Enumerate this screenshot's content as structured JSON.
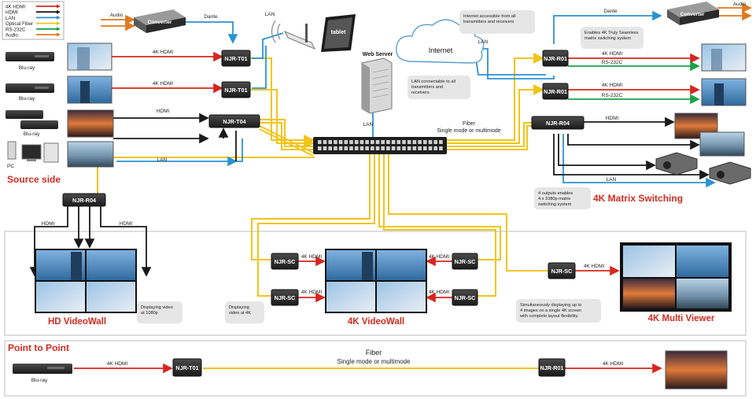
{
  "legend": [
    {
      "label": "4K HDMI",
      "color": "#d7261e"
    },
    {
      "label": "HDMI",
      "color": "#1a1a1a"
    },
    {
      "label": "LAN",
      "color": "#2b93d1"
    },
    {
      "label": "Optical Fiber",
      "color": "#f2c419"
    },
    {
      "label": "RS-232C",
      "color": "#1aa34a"
    },
    {
      "label": "Audio",
      "color": "#e07a1f"
    }
  ],
  "colors": {
    "hdmi4k": "#d7261e",
    "hdmi": "#1a1a1a",
    "lan": "#2b93d1",
    "fiber": "#f2c419",
    "rs232": "#1aa34a",
    "audio": "#e07a1f",
    "title_red": "#d22b20"
  },
  "devices": {
    "converter": "Converter",
    "tablet": "tablet",
    "web_server": "Web Server",
    "internet": "Internet",
    "njr_t01": "NJR-T01",
    "njr_t04": "NJR-T04",
    "njr_r01": "NJR-R01",
    "njr_r04": "NJR-R04",
    "njr_sc": "NJR-SC"
  },
  "sources": {
    "bluray": "Blu-ray",
    "pc": "PC"
  },
  "links": {
    "audio": "Audio",
    "dante": "Dante",
    "lan": "LAN",
    "hdmi4k": "4K HDMI",
    "hdmi": "HDMI",
    "rs232": "RS-232C",
    "fiber": "Fiber",
    "fiber_mode": "Single mode or multimode"
  },
  "notes": {
    "internet_access": "Internet accessible from all transmitters and receivers",
    "lan_connectable": "LAN connectable to all transmitters and receivers",
    "seamless": "Enables 4K Truly Seamless matrix switching system",
    "four_outputs": "4 outputs enables 4 x 1080p matrix switching system",
    "video_1080p": "Displaying video at 1080p",
    "video_4k": "Displaying video at 4K",
    "multi_viewer": "Simultaneously displaying up to 4 images on a single 4K screen with complete layout flexibility."
  },
  "titles": {
    "source_side": "Source side",
    "matrix": "4K Matrix Switching",
    "hd_wall": "HD VideoWall",
    "k4_wall": "4K VideoWall",
    "multi_viewer": "4K Multi Viewer",
    "p2p": "Point to Point"
  }
}
